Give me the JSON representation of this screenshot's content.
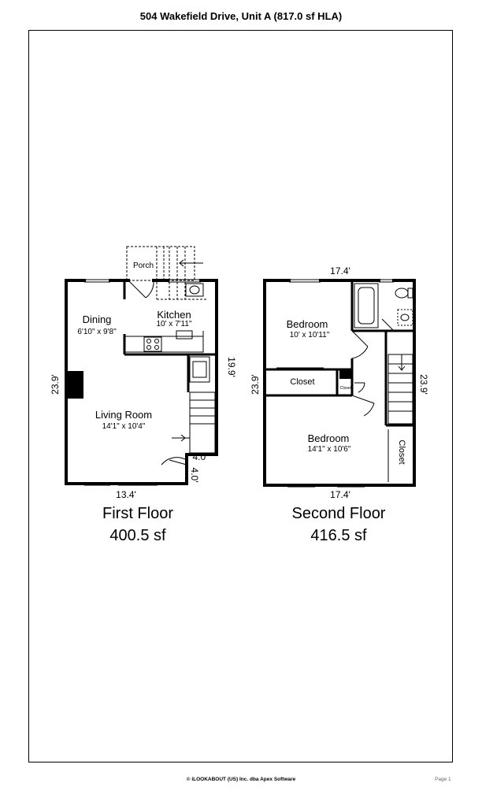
{
  "header": {
    "title": "504 Wakefield Drive, Unit A (817.0 sf HLA)"
  },
  "footer": {
    "credit": "© iLOOKABOUT (US) Inc. dba Apex Software",
    "page": "Page 1"
  },
  "first_floor": {
    "name": "First Floor",
    "area": "400.5 sf",
    "dimensions": {
      "top_width": "",
      "bottom": "13.4'",
      "left": "23.9'",
      "right": "19.9'",
      "step_h": "4.0'",
      "step_v": "4.0'"
    },
    "rooms": {
      "porch": {
        "name": "Porch"
      },
      "dining": {
        "name": "Dining",
        "size": "6'10\" x 9'8\""
      },
      "kitchen": {
        "name": "Kitchen",
        "size": "10' x 7'11\""
      },
      "living": {
        "name": "Living Room",
        "size": "14'1\" x 10'4\""
      }
    }
  },
  "second_floor": {
    "name": "Second Floor",
    "area": "416.5 sf",
    "dimensions": {
      "top": "17.4'",
      "bottom": "17.4'",
      "left": "23.9'",
      "right": "23.9'"
    },
    "rooms": {
      "bedroom1": {
        "name": "Bedroom",
        "size": "10' x 10'11\""
      },
      "closet1": {
        "name": "Closet"
      },
      "closet_small": {
        "name": "Closet"
      },
      "bedroom2": {
        "name": "Bedroom",
        "size": "14'1\" x 10'6\""
      },
      "closet2": {
        "name": "Closet"
      }
    }
  }
}
